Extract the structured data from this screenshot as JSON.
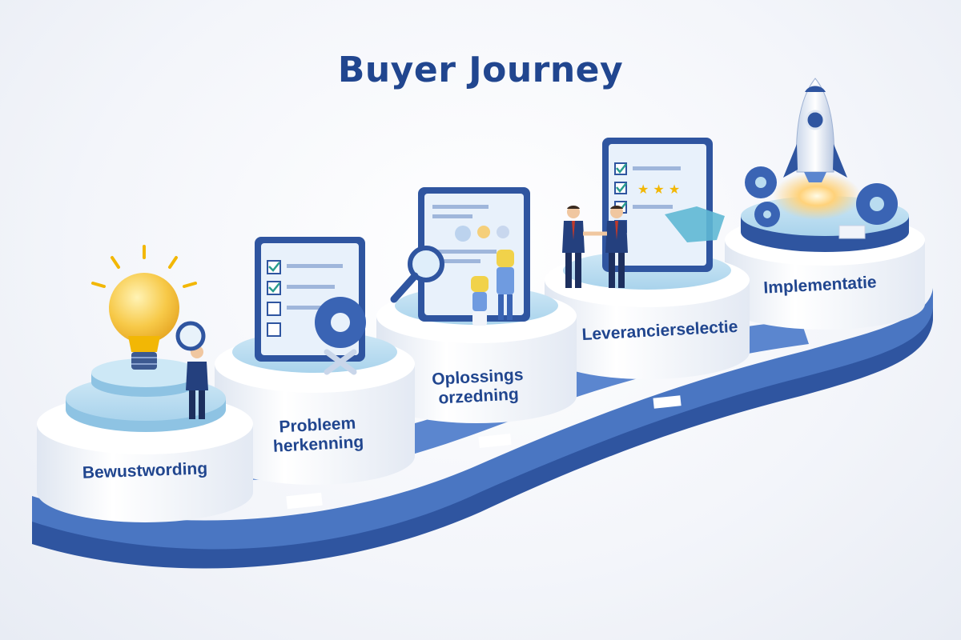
{
  "title": "Buyer Journey",
  "stages": [
    {
      "id": "bewustwording",
      "lines": [
        "Bewustwording"
      ]
    },
    {
      "id": "probleemherkenning",
      "lines": [
        "Probleem",
        "herkenning"
      ]
    },
    {
      "id": "oplossingsorientatie",
      "lines": [
        "Oplossings",
        "orzedning"
      ]
    },
    {
      "id": "leverancierselectie",
      "lines": [
        "Leverancierselectie"
      ]
    },
    {
      "id": "implementatie",
      "lines": [
        "Implementatie"
      ]
    }
  ],
  "colors": {
    "primary": "#21468f",
    "path": "#4a76c2",
    "path_dark": "#2f55a0",
    "cylinder_top": "#b9dcf0",
    "cylinder_side": "#f4f7fb",
    "bulb": "#f7c948"
  }
}
